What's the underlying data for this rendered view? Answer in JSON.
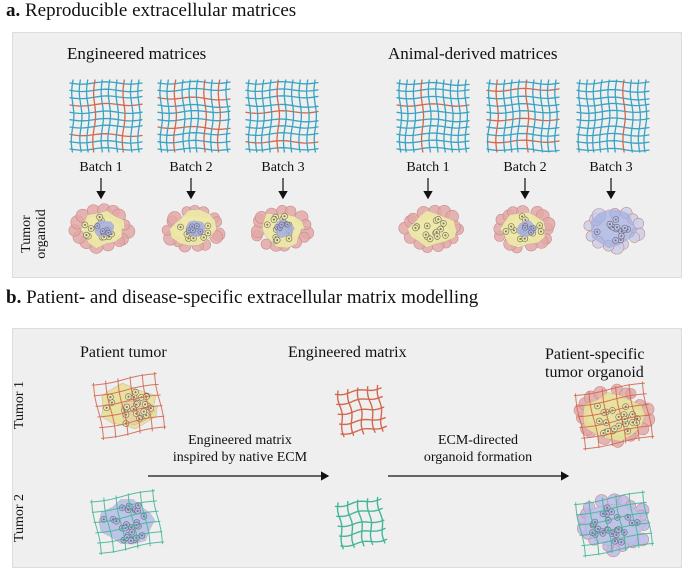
{
  "panel_a": {
    "letter": "a.",
    "title": "Reproducible extracellular matrices",
    "groups": [
      {
        "title": "Engineered matrices",
        "batches": [
          "Batch 1",
          "Batch 2",
          "Batch 3"
        ]
      },
      {
        "title": "Animal-derived matrices",
        "batches": [
          "Batch 1",
          "Batch 2",
          "Batch 3"
        ]
      }
    ],
    "row_label": "Tumor\norganoid"
  },
  "panel_b": {
    "letter": "b.",
    "title": "Patient- and disease-specific extracellular matrix modelling",
    "columns": {
      "patient_tumor": "Patient tumor",
      "engineered_matrix": "Engineered matrix",
      "patient_specific": "Patient-specific\ntumor organoid"
    },
    "rows": [
      "Tumor 1",
      "Tumor 2"
    ],
    "arrow1_text": "Engineered matrix\ninspired by native ECM",
    "arrow2_text": "ECM-directed\norganoid formation"
  },
  "colors": {
    "mesh_blue": "#3aa3c2",
    "mesh_red": "#d1684f",
    "mesh_green": "#45b59a",
    "cell_red": "#e3a8a6",
    "cell_yellow": "#ede8a6",
    "cell_blue": "#a3aee3",
    "cell_purple": "#9b94d8",
    "panel_bg": "#efefef"
  }
}
